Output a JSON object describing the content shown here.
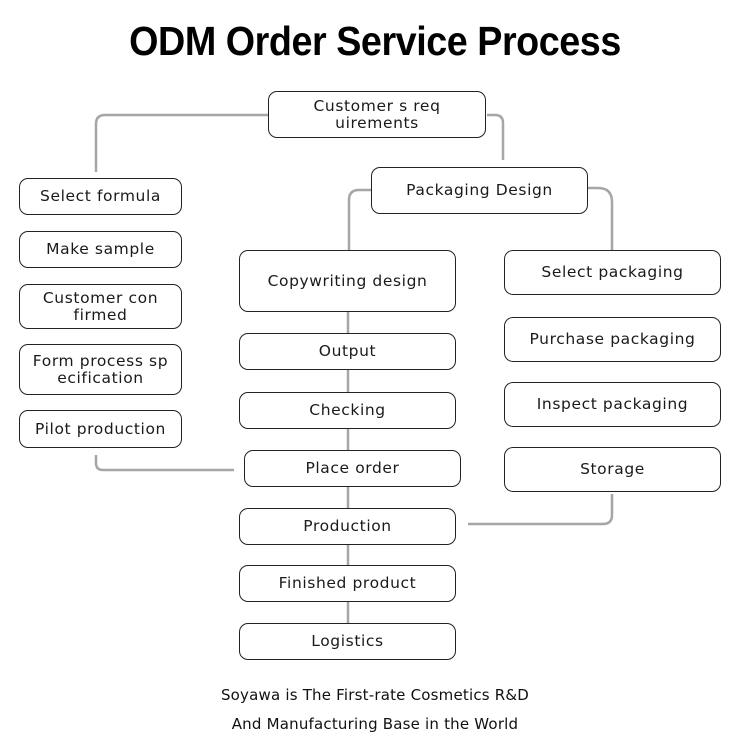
{
  "title": "ODM Order Service Process",
  "root": {
    "line1": "Customer s req",
    "line2": "uirements"
  },
  "formula_branch": {
    "steps": [
      {
        "line1": "Select formula",
        "line2": ""
      },
      {
        "line1": "Make sample",
        "line2": ""
      },
      {
        "line1": "Customer con",
        "line2": "firmed"
      },
      {
        "line1": "Form process sp",
        "line2": "ecification"
      },
      {
        "line1": "Pilot production",
        "line2": ""
      }
    ]
  },
  "packaging_branch": {
    "head": "Packaging Design",
    "copy_steps": [
      "Copywriting design",
      "Output",
      "Checking"
    ],
    "packaging_steps": [
      "Select packaging",
      "Purchase packaging",
      "Inspect packaging",
      "Storage"
    ]
  },
  "main_flow": [
    "Place order",
    "Production",
    "Finished product",
    "Logistics"
  ],
  "footer": {
    "line1": "Soyawa is The First-rate Cosmetics R&D",
    "line2": "And Manufacturing Base in the World"
  },
  "colors": {
    "connector": "#a6a6a6",
    "border": "#222222"
  }
}
